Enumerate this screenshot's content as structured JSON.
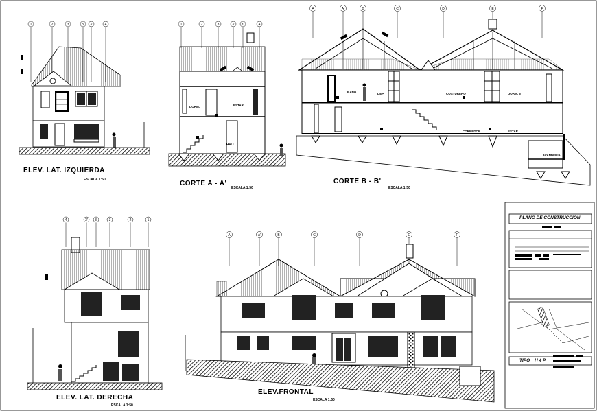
{
  "sheet_title": "PLANO DE CONSTRUCCION",
  "type_label": "TIPO",
  "type_value": "H 4 P",
  "views": {
    "left_elev": {
      "title": "ELEV. LAT. IZQUIERDA",
      "scale": "ESCALA 1:50",
      "axes": [
        "1",
        "2",
        "3",
        "3'",
        "3'",
        "4"
      ]
    },
    "section_a": {
      "title": "CORTE A - A'",
      "scale": "ESCALA 1:50",
      "axes": [
        "1",
        "2",
        "3",
        "3'",
        "3''",
        "4"
      ],
      "rooms": {
        "r1": "DORM.",
        "r2": "ESTAR",
        "r3": "HALL"
      }
    },
    "section_b": {
      "title": "CORTE B - B'",
      "scale": "ESCALA 1:50",
      "axes": [
        "A",
        "A'",
        "B",
        "C",
        "D",
        "E",
        "F"
      ],
      "rooms": {
        "r1": "BAÑO",
        "r2": "DEP.",
        "r3": "COSTURERO",
        "r4": "DORM. 5",
        "r5": "CORREDOR",
        "r6": "ESTAR",
        "r7": "LAVANDERIA"
      }
    },
    "right_elev": {
      "title": "ELEV. LAT. DERECHA",
      "scale": "ESCALA 1:50",
      "axes": [
        "4",
        "3'",
        "3'",
        "3",
        "2",
        "1"
      ]
    },
    "front_elev": {
      "title": "ELEV.FRONTAL",
      "scale": "ESCALA 1:50",
      "axes": [
        "A",
        "A'",
        "B",
        "C",
        "D",
        "E",
        "F"
      ]
    }
  }
}
